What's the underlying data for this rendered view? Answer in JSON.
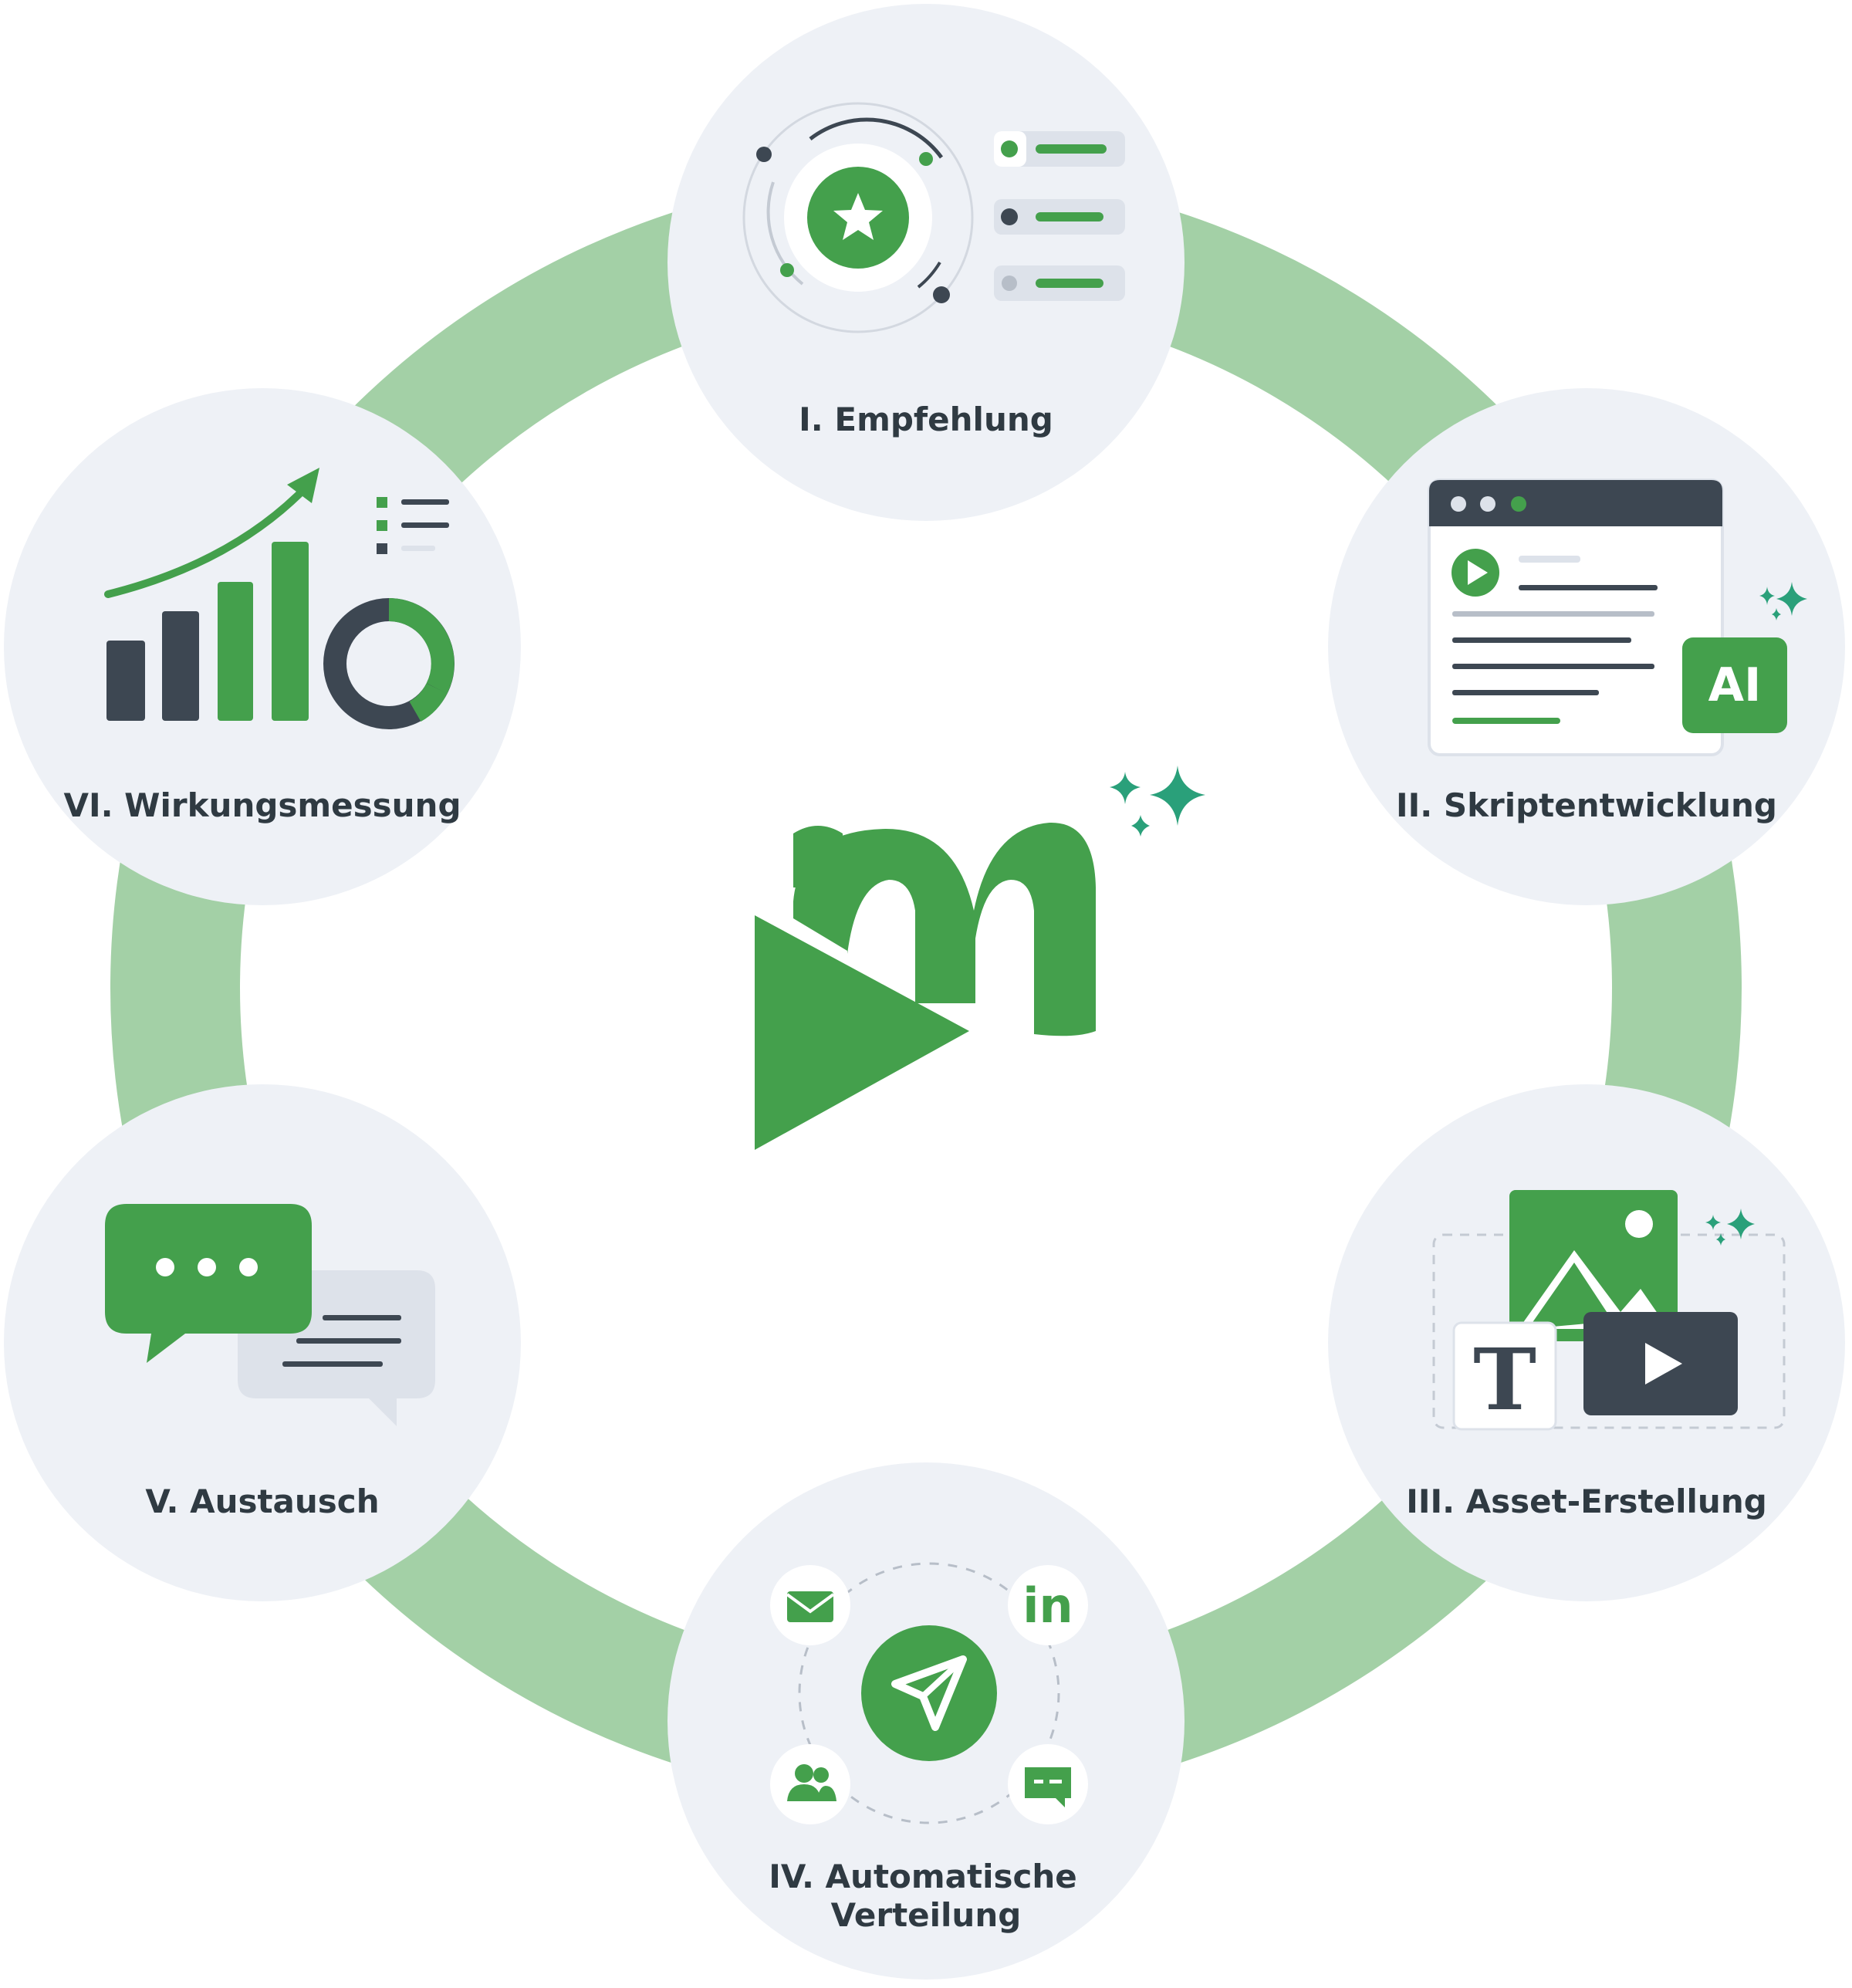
{
  "colors": {
    "ring": "#a3d0a6",
    "node_fill": "#eef1f6",
    "green": "#44a04c",
    "dark": "#3d4752",
    "teal": "#2aa07a",
    "light_bar": "#dde2ea"
  },
  "center": {
    "logo_icon": "m-play-logo",
    "sparkle_icon": "sparkle-icon"
  },
  "steps": [
    {
      "label": "I. Empfehlung",
      "icon": "star-target-icon"
    },
    {
      "label": "II. Skriptentwicklung",
      "icon": "script-window-icon",
      "badge": "AI"
    },
    {
      "label": "III. Asset-Erstellung",
      "icon": "assets-icon",
      "text_glyph": "T"
    },
    {
      "label_line1": "IV. Automatische",
      "label_line2": "Verteilung",
      "icon": "send-icon",
      "linkedin_text": "in"
    },
    {
      "label": "V. Austausch",
      "icon": "chat-icon"
    },
    {
      "label": "VI. Wirkungsmessung",
      "icon": "analytics-icon"
    }
  ]
}
